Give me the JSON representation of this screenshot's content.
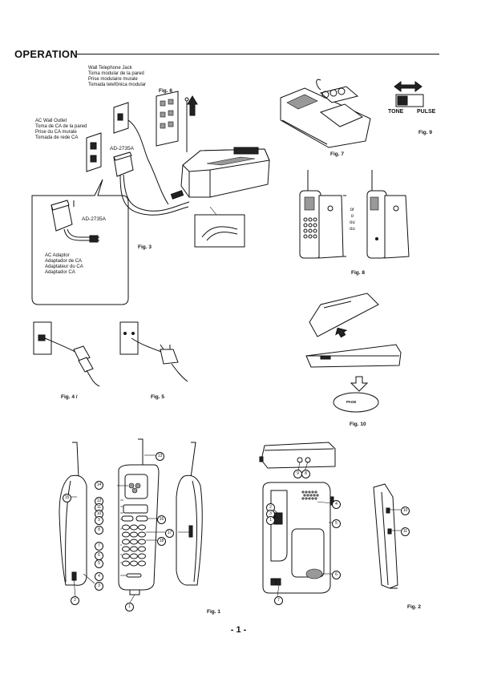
{
  "header": {
    "title": "OPERATION"
  },
  "fig3": {
    "jack_label": [
      "Wall Telephone Jack",
      "Toma modular de la pared",
      "Prise modulaire murale",
      "Tomada telefônica modular"
    ],
    "outlet_label": [
      "AC Wall Outlet",
      "Toma de CA de la pared",
      "Prise du CA murale",
      "Tomada de rede CA"
    ],
    "adaptor_model": "AD-2735A",
    "inset_model": "AD-2735A",
    "adaptor_label": [
      "AC Adaptor",
      "Adaptador de CA",
      "Adaptateur du CA",
      "Adaptador CA"
    ],
    "caption": "Fig. 3",
    "fig6_caption": "Fig. 6"
  },
  "fig4": {
    "caption": "Fig. 4 /"
  },
  "fig5": {
    "caption": "Fig. 5"
  },
  "fig7": {
    "caption": "Fig. 7"
  },
  "fig8": {
    "caption": "Fig. 8",
    "or_text": [
      "or",
      "o",
      "ou",
      "ou"
    ]
  },
  "fig9": {
    "caption": "Fig. 9",
    "tone_label": "TONE",
    "pulse_label": "PULSE"
  },
  "fig10": {
    "caption": "Fig. 10",
    "page_key": "PAGE"
  },
  "fig1": {
    "caption": "Fig. 1",
    "callouts": [
      "1",
      "2",
      "3",
      "4",
      "5",
      "6",
      "7",
      "8",
      "9",
      "10",
      "11",
      "12",
      "13",
      "14",
      "15",
      "16",
      "17",
      "18"
    ]
  },
  "fig2": {
    "caption": "Fig. 2",
    "callouts": [
      "1",
      "2",
      "3",
      "4",
      "5",
      "6",
      "7",
      "8",
      "9",
      "10",
      "11"
    ]
  },
  "footer": {
    "page_number": "- 1 -"
  }
}
